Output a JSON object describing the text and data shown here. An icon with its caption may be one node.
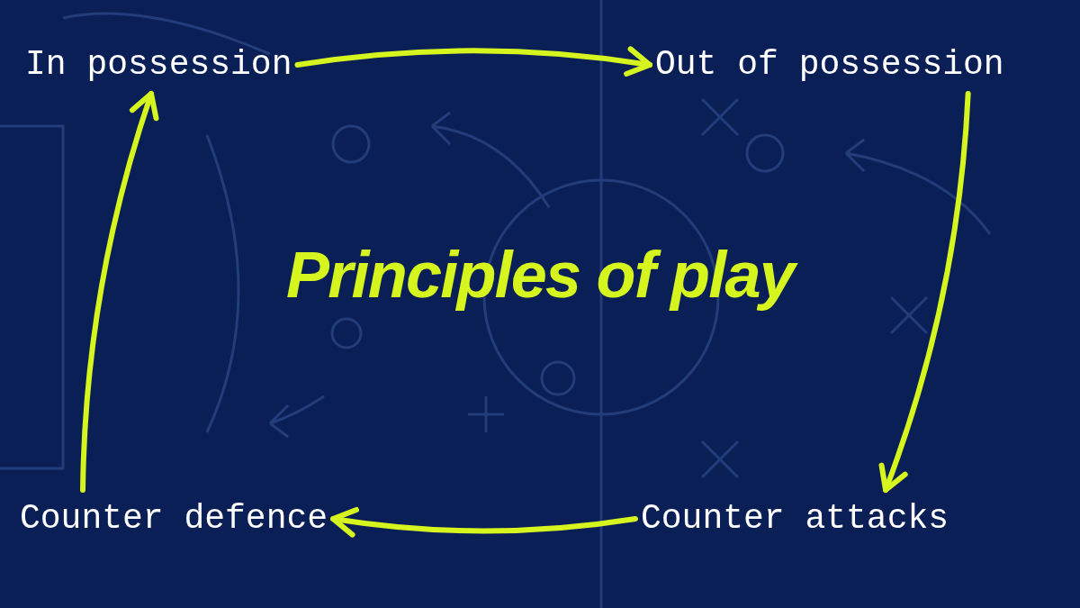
{
  "diagram": {
    "title": "Principles of play",
    "nodes": [
      {
        "text": [
          "In possession"
        ]
      },
      {
        "text": [
          "Out of possession"
        ]
      },
      {
        "text": [
          "Counter attacks"
        ]
      },
      {
        "text": [
          "Counter defence"
        ]
      }
    ],
    "edges": [
      {
        "from": 0,
        "to": 1,
        "arrow": "to"
      },
      {
        "from": 1,
        "to": 2,
        "arrow": "to"
      },
      {
        "from": 2,
        "to": 3,
        "arrow": "to"
      },
      {
        "from": 3,
        "to": 0,
        "arrow": "to"
      }
    ]
  }
}
